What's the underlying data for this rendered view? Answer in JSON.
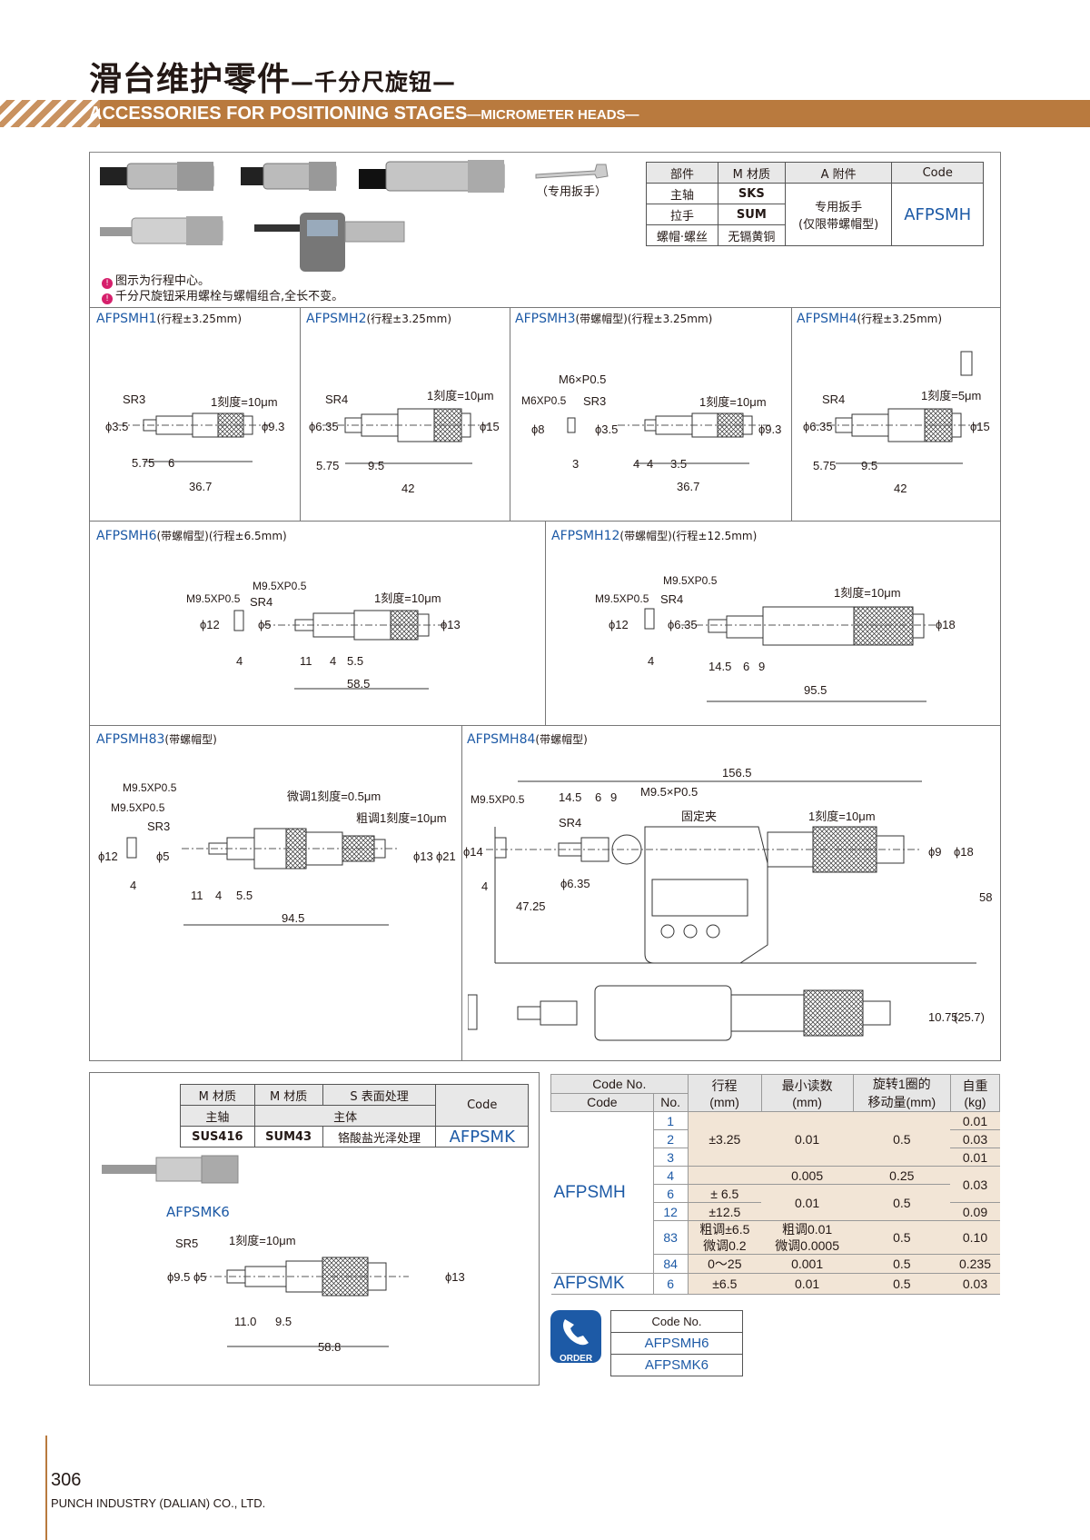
{
  "header": {
    "title_cn": "滑台维护零件",
    "title_cn_sub": "—千分尺旋钮—",
    "title_en": "ACCESSORIES FOR POSITIONING STAGES",
    "title_en_sub": "—MICROMETER HEADS—"
  },
  "wrench_label": "（专用扳手）",
  "material_table": {
    "headers": [
      "部件",
      "M 材质",
      "A 附件",
      "Code"
    ],
    "rows": [
      [
        "主轴",
        "SKS"
      ],
      [
        "拉手",
        "SUM"
      ],
      [
        "螺帽·螺丝",
        "无镉黄铜"
      ]
    ],
    "accessory": "专用扳手\n(仅限带螺帽型)",
    "code": "AFPSMH"
  },
  "notes": [
    "图示为行程中心。",
    "千分尺旋钮采用螺栓与螺帽组合,全长不变。"
  ],
  "panels": [
    {
      "code": "AFPSMH1",
      "note": "(行程±3.25mm)"
    },
    {
      "code": "AFPSMH2",
      "note": "(行程±3.25mm)"
    },
    {
      "code": "AFPSMH3",
      "note": "(带螺帽型)(行程±3.25mm)"
    },
    {
      "code": "AFPSMH4",
      "note": "(行程±3.25mm)"
    },
    {
      "code": "AFPSMH6",
      "note": "(带螺帽型)(行程±6.5mm)"
    },
    {
      "code": "AFPSMH12",
      "note": "(带螺帽型)(行程±12.5mm)"
    },
    {
      "code": "AFPSMH83",
      "note": "(带螺帽型)"
    },
    {
      "code": "AFPSMH84",
      "note": "(带螺帽型)"
    }
  ],
  "dims": {
    "p1": [
      "SR3",
      "1刻度=10μm",
      "ϕ3.5",
      "ϕ9.3",
      "5.75",
      "6",
      "36.7"
    ],
    "p2": [
      "SR4",
      "1刻度=10μm",
      "ϕ6.35",
      "ϕ15",
      "5.75",
      "9.5",
      "42"
    ],
    "p3": [
      "M6×P0.5",
      "M6XP0.5",
      "SR3",
      "1刻度=10μm",
      "ϕ8",
      "ϕ3.5",
      "ϕ9.3",
      "3",
      "4",
      "4",
      "3.5",
      "36.7"
    ],
    "p4": [
      "SR4",
      "1刻度=5μm",
      "ϕ6.35",
      "ϕ15",
      "5.75",
      "9.5",
      "42"
    ],
    "p6": [
      "M9.5XP0.5",
      "M9.5XP0.5",
      "SR4",
      "1刻度=10μm",
      "ϕ12",
      "ϕ5",
      "ϕ13",
      "4",
      "11",
      "4",
      "5.5",
      "58.5"
    ],
    "p12": [
      "M9.5XP0.5",
      "M9.5XP0.5",
      "SR4",
      "1刻度=10μm",
      "ϕ12",
      "ϕ6.35",
      "ϕ18",
      "4",
      "14.5",
      "6",
      "9",
      "95.5"
    ],
    "p83": [
      "M9.5XP0.5",
      "M9.5XP0.5",
      "SR3",
      "微调1刻度=0.5μm",
      "粗调1刻度=10μm",
      "ϕ12",
      "ϕ5",
      "ϕ13",
      "ϕ21",
      "4",
      "11",
      "4",
      "5.5",
      "94.5"
    ],
    "p84": [
      "156.5",
      "M9.5XP0.5",
      "14.5",
      "6",
      "9",
      "M9.5×P0.5",
      "固定夹",
      "SR4",
      "1刻度=10μm",
      "ϕ14",
      "ϕ9",
      "ϕ18",
      "4",
      "47.25",
      "ϕ6.35",
      "58",
      "10.75",
      "(25.7)"
    ],
    "smk": [
      "SR5",
      "1刻度=10μm",
      "ϕ9.5",
      "ϕ5",
      "ϕ13",
      "11.0",
      "9.5",
      "58.8"
    ]
  },
  "afpsmk": {
    "headers": [
      "M 材质",
      "M 材质",
      "S 表面处理",
      "Code"
    ],
    "sub": [
      "主轴",
      "主体"
    ],
    "row": [
      "SUS416",
      "SUM43",
      "铬酸盐光泽处理"
    ],
    "code": "AFPSMK",
    "caption": "AFPSMK6"
  },
  "spec": {
    "h_codeno": "Code No.",
    "h_code": "Code",
    "h_no": "No.",
    "h_stroke": "行程\n(mm)",
    "h_min": "最小读数\n(mm)",
    "h_rev": "旋转1圈的\n移动量(mm)",
    "h_weight": "自重\n(kg)",
    "code1": "AFPSMH",
    "code2": "AFPSMK",
    "nos": [
      "1",
      "2",
      "3",
      "4",
      "6",
      "12",
      "83",
      "84",
      "6"
    ],
    "stroke": [
      "±3.25",
      "± 6.5",
      "±12.5",
      "粗调±6.5\n微调0.2",
      "0〜25",
      "±6.5"
    ],
    "min": [
      "0.01",
      "0.005",
      "0.01",
      "粗调0.01\n微调0.0005",
      "0.001",
      "0.01"
    ],
    "rev": [
      "0.5",
      "0.25",
      "0.5",
      "0.5",
      "0.5",
      "0.5"
    ],
    "weight": [
      "0.01",
      "0.03",
      "0.01",
      "0.03",
      "0.09",
      "0.10",
      "0.235",
      "0.03"
    ]
  },
  "order": {
    "label": "ORDER",
    "header": "Code No.",
    "codes": [
      "AFPSMH6",
      "AFPSMK6"
    ]
  },
  "footer": {
    "page": "306",
    "company": "PUNCH INDUSTRY (DALIAN) CO., LTD."
  },
  "colors": {
    "band": "#b97a3e",
    "blue": "#1d5aa6",
    "tan": "#f2e5d6",
    "pink": "#d6206c"
  }
}
